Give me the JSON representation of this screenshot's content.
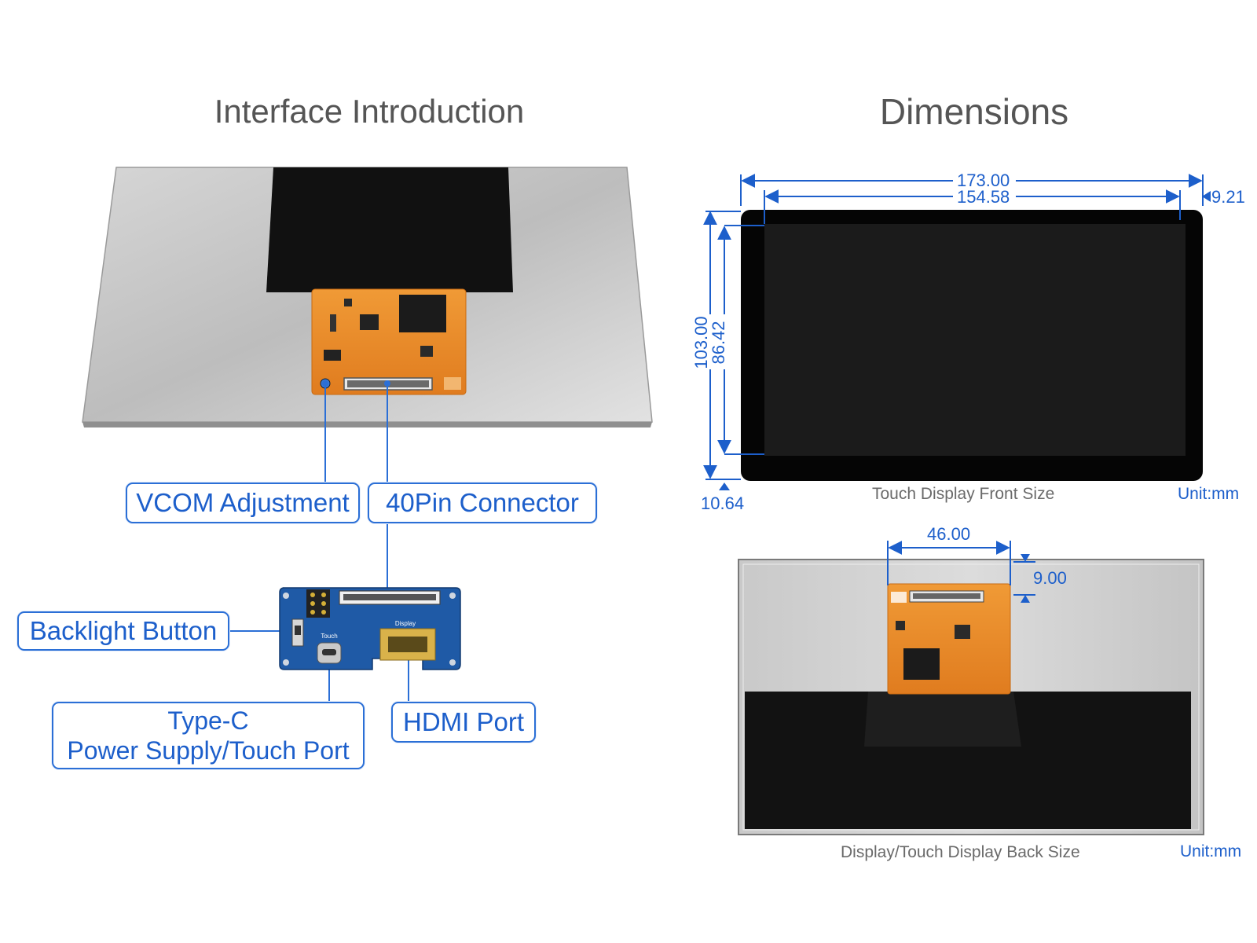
{
  "left_panel": {
    "title": "Interface Introduction",
    "callouts": {
      "vcom": "VCOM Adjustment",
      "connector": "40Pin Connector",
      "backlight": "Backlight Button",
      "typec_line1": "Type-C",
      "typec_line2": "Power Supply/Touch Port",
      "hdmi": "HDMI Port"
    },
    "board_labels": {
      "display": "Display",
      "touch": "Touch"
    }
  },
  "right_panel": {
    "title": "Dimensions",
    "front": {
      "width_outer": "173.00",
      "width_inner": "154.58",
      "right_bezel": "9.21",
      "height_outer": "103.00",
      "height_inner": "86.42",
      "bottom_bezel": "10.64",
      "caption": "Touch Display Front Size",
      "unit": "Unit:mm"
    },
    "back": {
      "fpc_width": "46.00",
      "fpc_offset": "9.00",
      "caption": "Display/Touch Display Back Size",
      "unit": "Unit:mm"
    }
  },
  "colors": {
    "accent": "#1d5fcb",
    "pcb_orange": "#e98a2a",
    "board_blue": "#1f5aa6"
  }
}
